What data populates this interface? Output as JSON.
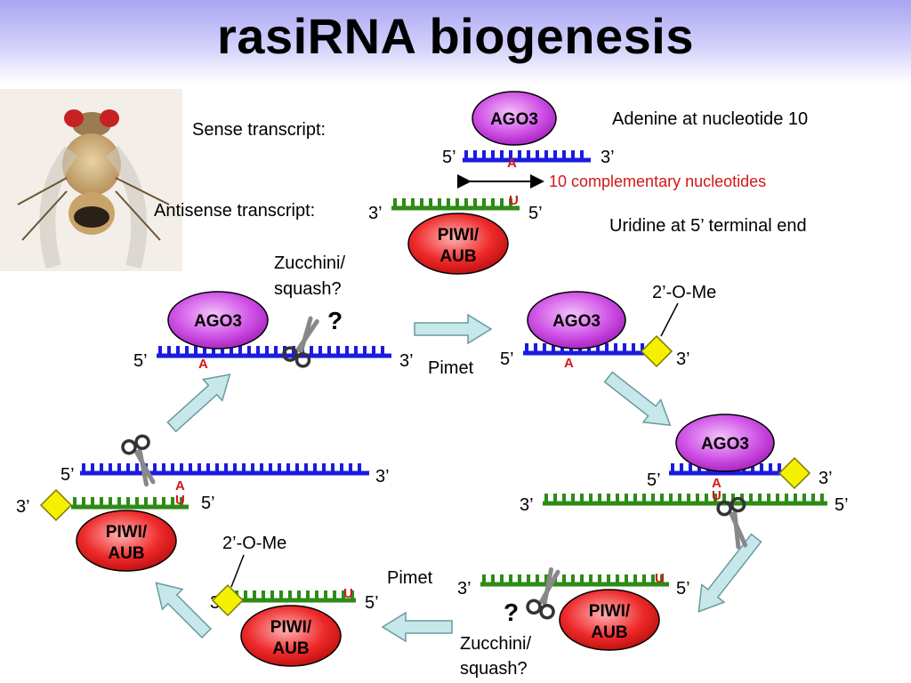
{
  "title": "rasiRNA biogenesis",
  "colors": {
    "sense_strand": "#1b1be0",
    "antisense_strand": "#2e8b16",
    "ago3_fill": "#c23bd8",
    "piwi_fill": "#e01c1c",
    "methyl_fill": "#f5f000",
    "arrow_fill": "#c6e8ea",
    "nucleotide_label": "#d01818"
  },
  "header": {
    "sense_label": "Sense transcript:",
    "antisense_label": "Antisense transcript:",
    "adenine_note": "Adenine at nucleotide 10",
    "complementary_note": "10 complementary nucleotides",
    "uridine_note": "Uridine at 5’ terminal end"
  },
  "labels": {
    "ago3": "AGO3",
    "piwi_line1": "PIWI/",
    "piwi_line2": "AUB",
    "five_prime": "5’",
    "three_prime": "3’",
    "adenine": "A",
    "uridine": "U",
    "pimet": "Pimet",
    "methyl": "2’-O-Me",
    "zucchini_line1": "Zucchini/",
    "zucchini_line2": "squash?",
    "question": "?"
  },
  "image_description_icon": "fruit-fly-photo"
}
